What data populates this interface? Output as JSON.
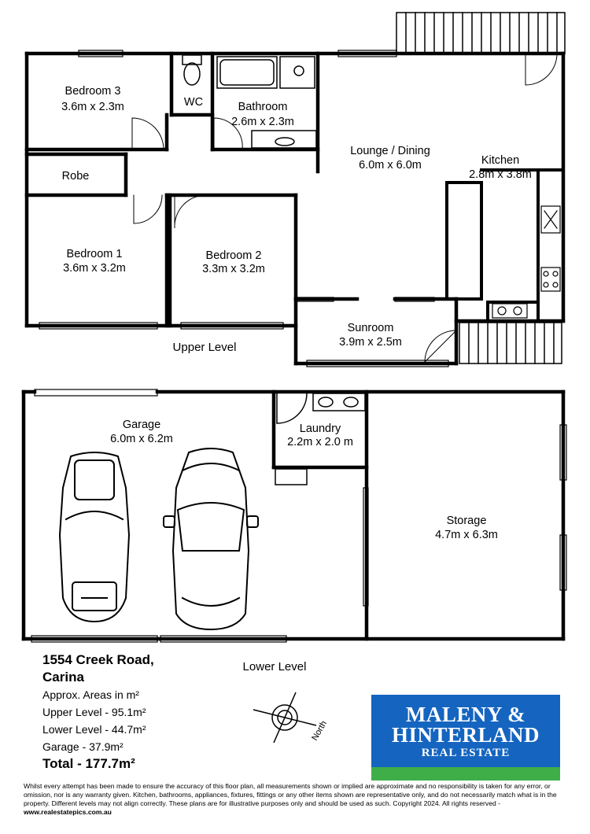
{
  "rooms": {
    "bedroom3": {
      "name": "Bedroom 3",
      "size": "3.6m x 2.3m"
    },
    "wc": {
      "name": "WC"
    },
    "bathroom": {
      "name": "Bathroom",
      "size": "2.6m x 2.3m"
    },
    "lounge": {
      "name": "Lounge / Dining",
      "size": "6.0m x 6.0m"
    },
    "kitchen": {
      "name": "Kitchen",
      "size": "2.8m x 3.8m"
    },
    "robe": {
      "name": "Robe"
    },
    "bedroom1": {
      "name": "Bedroom 1",
      "size": "3.6m x 3.2m"
    },
    "bedroom2": {
      "name": "Bedroom 2",
      "size": "3.3m x 3.2m"
    },
    "sunroom": {
      "name": "Sunroom",
      "size": "3.9m x 2.5m"
    },
    "garage": {
      "name": "Garage",
      "size": "6.0m x 6.2m"
    },
    "laundry": {
      "name": "Laundry",
      "size": "2.2m x 2.0 m"
    },
    "storage": {
      "name": "Storage",
      "size": "4.7m x 6.3m"
    }
  },
  "levels": {
    "upper": "Upper Level",
    "lower": "Lower Level"
  },
  "address": {
    "line1": "1554 Creek Road,",
    "line2": "Carina"
  },
  "areas": {
    "approx": "Approx. Areas in m²",
    "upper": "Upper Level - 95.1m²",
    "lower": "Lower Level - 44.7m²",
    "garage": "Garage - 37.9m²",
    "total": "Total - 177.7m²"
  },
  "compass": {
    "label": "North"
  },
  "brand": {
    "line1": "MALENY &",
    "line2": "HINTERLAND",
    "line3": "REAL ESTATE",
    "color": "#1565c0",
    "accent": "#3fae49"
  },
  "disclaimer": {
    "text": "Whilst every attempt has been made to ensure the accuracy of this floor plan, all measurements shown or implied are approximate and no responsibility is taken for any error, or omission, nor is any warranty given.  Kitchen, bathrooms, appliances, fixtures, fittings or any  other items shown  are representative only, and do not necessarily match what is in the property.  Different levels may not align correctly.  These plans are for illustrative purposes only and should be used as such.  Copyright 2024.  All rights reserved - ",
    "website": "www.realestatepics.com.au"
  }
}
